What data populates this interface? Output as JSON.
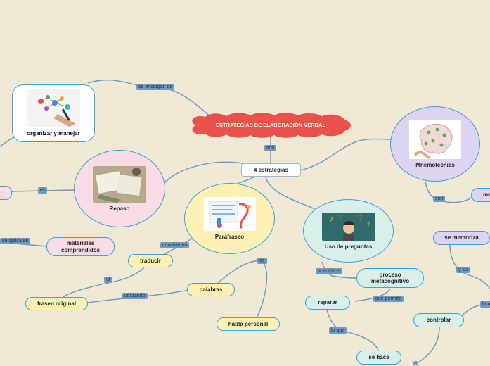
{
  "central": {
    "title": "ESTRATEGIAS DE ELABORACIÓN VERBAL"
  },
  "nodes": {
    "estrategias": "4 estrategias",
    "organizar": "organizar y manejar",
    "repaso": "Repaso",
    "parafraseo": "Parafraseo",
    "preguntas": "Uso de preguntas",
    "mnemotecnias": "Mnemotecnias",
    "materiales": "materiales comprendidos",
    "traducir": "traducir",
    "frase_original": "fraseo original",
    "palabras": "palabras",
    "habla_personal": "habla personal",
    "proceso": "proceso metacognitivo",
    "reparar": "reparar",
    "se_hace": "se hace",
    "controlar": "controlar",
    "se_memoriza": "se memoriza",
    "me_partial": "me"
  },
  "links": {
    "se_encargan": "se encargan de",
    "son_1": "son",
    "es": "es",
    "se_aplica": "se aplica en",
    "consiste": "consiste en",
    "el": "el",
    "utilizando": "utilizando",
    "de": "de",
    "acentua": "acentúa el",
    "que_permite": "que permite",
    "lo_que": "lo que",
    "son_2": "son",
    "y_su": "y su",
    "lo_partial": "lo a"
  },
  "colors": {
    "background": "#efe8d4",
    "central": "#e8524a",
    "link_label": "#6f9ac0",
    "repaso": "#f9dbe6",
    "parafraseo": "#fcf1b3",
    "preguntas": "#d8eee9",
    "mnemotecnias": "#dcd4f0",
    "organizar": "#ffffff"
  }
}
